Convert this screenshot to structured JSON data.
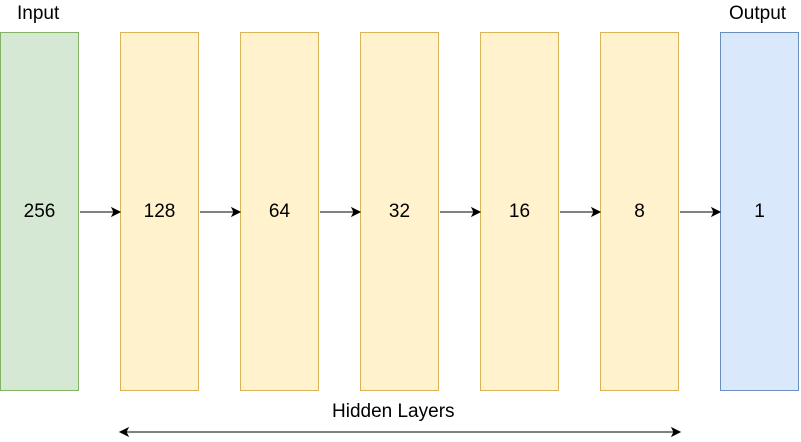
{
  "diagram": {
    "input_label": "Input",
    "output_label": "Output",
    "hidden_label": "Hidden Layers",
    "layers": [
      {
        "size": "256",
        "kind": "input"
      },
      {
        "size": "128",
        "kind": "hidden"
      },
      {
        "size": "64",
        "kind": "hidden"
      },
      {
        "size": "32",
        "kind": "hidden"
      },
      {
        "size": "16",
        "kind": "hidden"
      },
      {
        "size": "8",
        "kind": "hidden"
      },
      {
        "size": "1",
        "kind": "output"
      }
    ],
    "colors": {
      "input_fill": "#d5e8d4",
      "input_stroke": "#82b366",
      "hidden_fill": "#fff2cc",
      "hidden_stroke": "#d6b656",
      "output_fill": "#dae8fc",
      "output_stroke": "#6c8ebf",
      "arrow": "#000000"
    }
  }
}
